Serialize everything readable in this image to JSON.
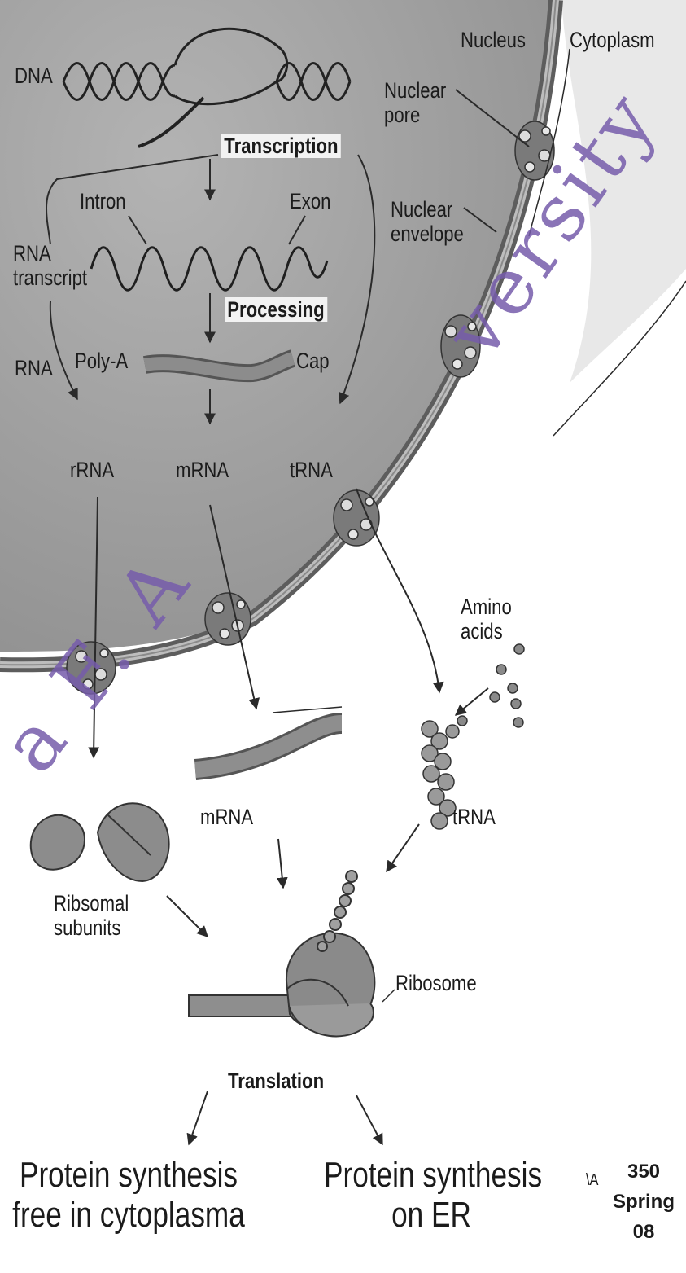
{
  "labels": {
    "dna": "DNA",
    "nucleus": "Nucleus",
    "cytoplasm": "Cytoplasm",
    "nuclear_pore": "Nuclear\npore",
    "transcription": "Transcription",
    "intron": "Intron",
    "exon": "Exon",
    "nuclear_envelope": "Nuclear\nenvelope",
    "rna_transcript": "RNA\ntranscript",
    "processing": "Processing",
    "rna": "RNA",
    "poly_a": "Poly-A",
    "cap": "Cap",
    "rrna": "rRNA",
    "mrna_nucleus": "mRNA",
    "trna_nucleus": "tRNA",
    "amino_acids": "Amino\nacids",
    "mrna_cytoplasm": "mRNA",
    "trna_cytoplasm": "tRNA",
    "ribosomal_subunits": "Ribsomal\nsubunits",
    "ribosome": "Ribosome",
    "translation": "Translation",
    "protein_free": "Protein synthesis\nfree in cytoplasma",
    "protein_er": "Protein synthesis\non ER",
    "course": "350\nSpring\n08",
    "course_prefix": "\\A"
  },
  "watermark": {
    "left": "a F. A",
    "right": "versity"
  },
  "colors": {
    "nucleus_fill": "#a6a6a6",
    "structure": "#6c6c6c",
    "line": "#2a2a2a",
    "watermark": "#765caa"
  }
}
